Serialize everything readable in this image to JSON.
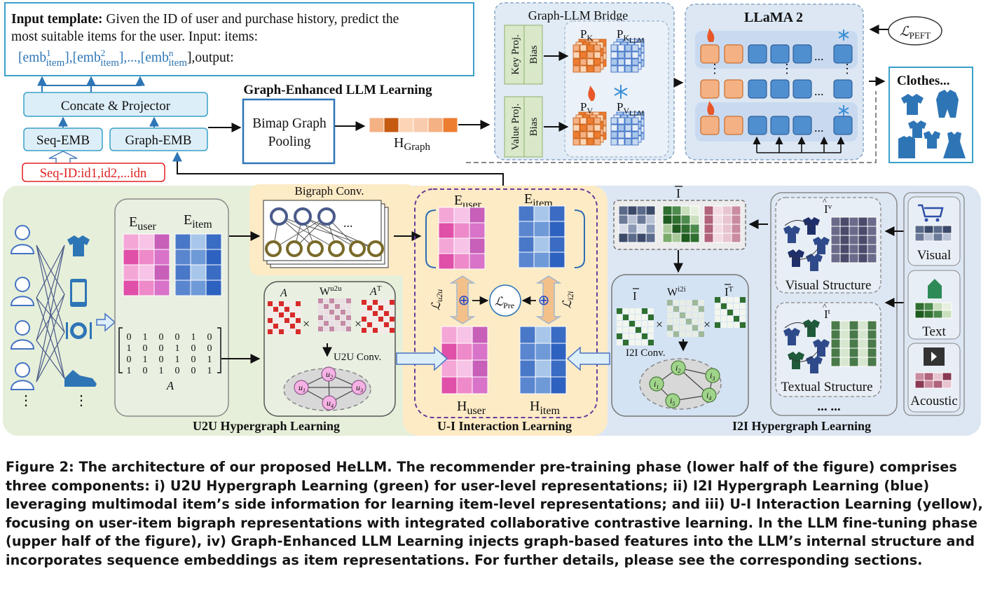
{
  "colors": {
    "u2u_bg": "#e6efd9",
    "i2i_bg": "#dde7f3",
    "ui_bg": "#fdebc6",
    "blue_box": "#dceef8",
    "accent_blue": "#2e75b6",
    "red": "#e02020",
    "orange": "#f0923a",
    "llm_blue": "#4f8fcf"
  },
  "template": {
    "bold": "Input template:",
    "line1": " Given the ID of user and purchase history, predict the",
    "line2": "most suitable items for the user. Input: items:",
    "emb": "[emb",
    "sup1": "1",
    "sup2": "2",
    "supn": "n",
    "sub": "item",
    "comma": "],",
    "ellipsis": "...,",
    "output": "],output:"
  },
  "top": {
    "concate": "Concate & Projector",
    "seq_emb": "Seq-EMB",
    "graph_emb": "Graph-EMB",
    "seq_id": "Seq-ID:id1,id2,...idn",
    "section_title": "Graph-Enhanced LLM Learning",
    "bimap1": "Bimap Graph",
    "bimap2": "Pooling",
    "h_graph": "H",
    "h_graph_sub": "Graph",
    "bridge_title": "Graph-LLM Bridge",
    "key_proj": "Key Proj.",
    "value_proj": "Value Proj.",
    "bias": "Bias",
    "pk": "P",
    "pk_sub": "K",
    "pkllm_sub": "K",
    "pkllm_subsub": "LLM",
    "pv": "P",
    "pv_sub": "V",
    "pvllm_sub": "V",
    "pvllm_subsub": "LLM",
    "llama_title": "LLaMA 2",
    "loss_peft": "ℒ",
    "loss_peft_sub": "PEFT",
    "output_label": "Clothes...",
    "dots": "...",
    "vdots": "⋮"
  },
  "u2u": {
    "e_user": "E",
    "e_user_sub": "user",
    "e_item": "E",
    "e_item_sub": "item",
    "matrix": [
      [
        "0",
        "1",
        "0",
        "0",
        "1",
        "0"
      ],
      [
        "1",
        "0",
        "0",
        "1",
        "0",
        "0"
      ],
      [
        "0",
        "1",
        "0",
        "1",
        "0",
        "1"
      ],
      [
        "1",
        "0",
        "1",
        "0",
        "0",
        "1"
      ]
    ],
    "matrix_label": "A",
    "a_label": "A",
    "w_label": "W",
    "w_sup": "u2u",
    "at_label": "A",
    "at_sup": "T",
    "times": "×",
    "conv": "U2U Conv.",
    "nodes": [
      "u",
      "u",
      "u",
      "u"
    ],
    "node_subs": [
      "1",
      "2",
      "3",
      "4"
    ],
    "title": "U2U Hypergraph Learning",
    "dots": "⋮"
  },
  "ui": {
    "bigraph": "Bigraph Conv.",
    "e_user": "E",
    "e_user_sub": "user",
    "e_item": "E",
    "e_item_sub": "item",
    "h_user": "H",
    "h_user_sub": "user",
    "h_item": "H",
    "h_item_sub": "item",
    "l_u2u": "ℒ",
    "l_u2u_sub": "u2u",
    "l_i2i": "ℒ",
    "l_i2i_sub": "i2i",
    "l_pre": "ℒ",
    "l_pre_sub": "Pre",
    "oplus": "⊕",
    "title": "U-I Interaction Learning",
    "ellipsis": "..."
  },
  "i2i": {
    "i_bar": "I",
    "i_bar2": "I",
    "w_label": "W",
    "w_sup": "i2i",
    "it_label": "I",
    "it_sup": "T",
    "times": "×",
    "conv": "I2I Conv.",
    "node_label": "i",
    "node_subs": [
      "2",
      "1",
      "3",
      "5",
      "4"
    ],
    "iv": "I",
    "iv_sup": "v",
    "it2": "I",
    "it2_sup": "t",
    "hat": "^",
    "visual_structure": "Visual Structure",
    "textual_structure": "Textual Structure",
    "more": "... ...",
    "visual": "Visual",
    "text": "Text",
    "acoustic": "Acoustic",
    "title": "I2I Hypergraph Learning"
  },
  "caption": "Figure 2: The architecture of our proposed HeLLM. The recommender pre-training phase (lower half of the figure) comprises three components: i) U2U Hypergraph Learning (green) for user-level representations; ii) I2I Hypergraph Learning (blue) leveraging multimodal item’s side information for learning item-level representations; and iii) U-I Interaction Learning (yellow), focusing on user-item bigraph representations with integrated collaborative contrastive learning. In the LLM fine-tuning phase (upper half of the figure), iv) Graph-Enhanced LLM Learning injects graph-based features into the LLM’s internal structure and incorporates sequence embeddings as item representations. For further details, please see the corresponding sections."
}
